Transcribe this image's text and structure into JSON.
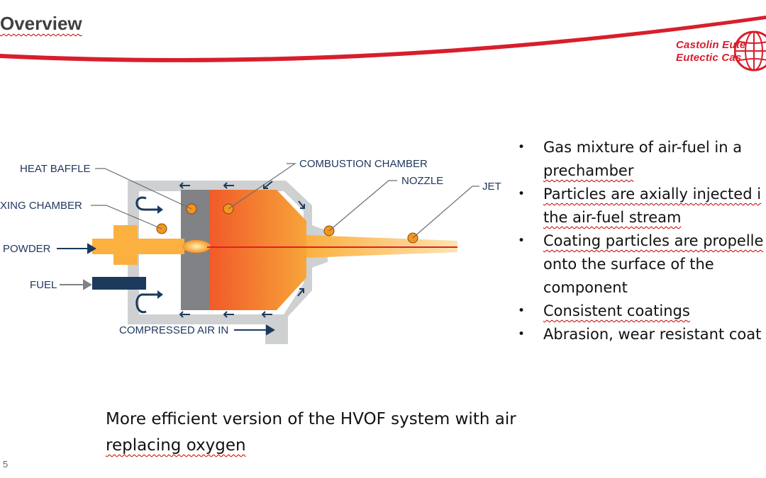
{
  "slide": {
    "title": "Overview",
    "page_number": "5",
    "logo": {
      "line1": "Castolin Eute",
      "line2": "Eutectic Cas"
    }
  },
  "diagram": {
    "labels": {
      "heat_baffle": "HEAT BAFFLE",
      "combustion_chamber": "COMBUSTION CHAMBER",
      "nozzle": "NOZZLE",
      "jet": "JET",
      "mixing_chamber": "XING CHAMBER",
      "powder": "POWDER",
      "fuel": "FUEL",
      "compressed_air_in": "COMPRESSED AIR IN"
    },
    "colors": {
      "housing": "#cfd0d2",
      "baffle": "#808285",
      "flame_start": "#f15a29",
      "flame_end": "#fbb040",
      "powder": "#fbb040",
      "fuel": "#1b3a5c",
      "label": "#20385e",
      "jet_line": "#e31e24"
    }
  },
  "bullets": [
    {
      "lines": [
        "Gas mixture of air-fuel in a",
        "prechamber"
      ]
    },
    {
      "lines": [
        "Particles are axially injected i",
        "the air-fuel stream"
      ]
    },
    {
      "lines": [
        "Coating particles are propelle",
        "onto the surface of the",
        "component"
      ]
    },
    {
      "lines": [
        "Consistent coatings"
      ]
    },
    {
      "lines": [
        "Abrasion, wear resistant coat"
      ]
    }
  ],
  "caption": {
    "line1": "More efficient version of the HVOF system with air",
    "line2": "replacing oxygen"
  }
}
